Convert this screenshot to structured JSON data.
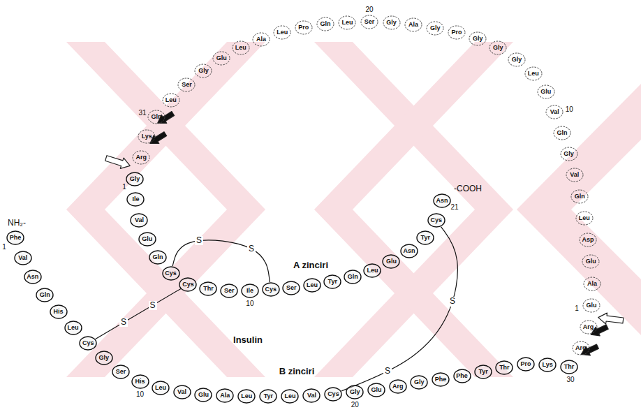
{
  "diagram": {
    "nodes": [
      {
        "text": [
          "Phe"
        ]
      },
      {
        "text": [
          "Val"
        ]
      },
      {
        "text": [
          "Asn"
        ]
      },
      {
        "text": [
          "Gln"
        ]
      },
      {
        "text": [
          "His"
        ]
      },
      {
        "text": [
          "Leu"
        ]
      },
      {
        "text": [
          "Cys"
        ]
      },
      {
        "text": [
          "Gly"
        ]
      },
      {
        "text": [
          "Ser"
        ]
      },
      {
        "text": [
          "His"
        ]
      },
      {
        "text": [
          "Leu"
        ]
      },
      {
        "text": [
          "Val"
        ]
      },
      {
        "text": [
          "Glu"
        ]
      },
      {
        "text": [
          "Ala"
        ]
      },
      {
        "text": [
          "Leu"
        ]
      },
      {
        "text": [
          "Tyr"
        ]
      },
      {
        "text": [
          "Leu"
        ]
      },
      {
        "text": [
          "Val"
        ]
      },
      {
        "text": [
          "Cys"
        ]
      },
      {
        "text": [
          "Gly"
        ]
      },
      {
        "text": [
          "Glu"
        ]
      },
      {
        "text": [
          "Arg"
        ]
      },
      {
        "text": [
          "Gly"
        ]
      },
      {
        "text": [
          "Phe"
        ]
      },
      {
        "text": [
          "Phe"
        ]
      },
      {
        "text": [
          "Tyr"
        ]
      },
      {
        "text": [
          "Thr"
        ]
      },
      {
        "text": [
          "Pro"
        ]
      },
      {
        "text": [
          "Lys"
        ]
      },
      {
        "text": [
          "Thr"
        ]
      },
      {
        "text": [
          "Arg"
        ]
      },
      {
        "text": [
          "Arg"
        ]
      },
      {
        "text": [
          "Glu"
        ]
      },
      {
        "text": [
          "Ala"
        ]
      },
      {
        "text": [
          "Glu"
        ]
      },
      {
        "text": [
          "Asp"
        ]
      },
      {
        "text": [
          "Leu"
        ]
      },
      {
        "text": [
          "Gln"
        ]
      },
      {
        "text": [
          "Val"
        ]
      },
      {
        "text": [
          "Gly"
        ]
      },
      {
        "text": [
          "Gln"
        ]
      },
      {
        "text": [
          "Val"
        ]
      },
      {
        "text": [
          "Glu"
        ]
      },
      {
        "text": [
          "Leu"
        ]
      },
      {
        "text": [
          "Gly"
        ]
      },
      {
        "text": [
          "Gly"
        ]
      },
      {
        "text": [
          "Gly"
        ]
      },
      {
        "text": [
          "Pro"
        ]
      },
      {
        "text": [
          "Gly"
        ]
      },
      {
        "text": [
          "Ala"
        ]
      },
      {
        "text": [
          "Gly"
        ]
      },
      {
        "text": [
          "Ser"
        ]
      },
      {
        "text": [
          "Leu"
        ]
      },
      {
        "text": [
          "Gln"
        ]
      },
      {
        "text": [
          "Pro"
        ]
      },
      {
        "text": [
          "Leu"
        ]
      },
      {
        "text": [
          "Ala"
        ]
      },
      {
        "text": [
          "Leu"
        ]
      },
      {
        "text": [
          "Glu"
        ]
      },
      {
        "text": [
          "Gly"
        ]
      },
      {
        "text": [
          "Ser"
        ]
      },
      {
        "text": [
          "Leu"
        ]
      },
      {
        "text": [
          "Gln"
        ]
      },
      {
        "text": [
          "Lys"
        ]
      },
      {
        "text": [
          "Arg"
        ]
      },
      {
        "text": [
          "Gly"
        ]
      },
      {
        "text": [
          "Ile"
        ]
      },
      {
        "text": [
          "Val"
        ]
      },
      {
        "text": [
          "Glu"
        ]
      },
      {
        "text": [
          "Gln"
        ]
      },
      {
        "text": [
          "Cys"
        ]
      },
      {
        "text": [
          "Cys"
        ]
      },
      {
        "text": [
          "Thr"
        ]
      },
      {
        "text": [
          "Ser"
        ]
      },
      {
        "text": [
          "Ile"
        ]
      },
      {
        "text": [
          "Cys"
        ]
      },
      {
        "text": [
          "Ser"
        ]
      },
      {
        "text": [
          "Leu"
        ]
      },
      {
        "text": [
          "Tyr"
        ]
      },
      {
        "text": [
          "Gln"
        ]
      },
      {
        "text": [
          "Leu"
        ]
      },
      {
        "text": [
          "Glu"
        ]
      },
      {
        "text": [
          "Asn"
        ]
      },
      {
        "text": [
          "Tyr"
        ]
      },
      {
        "text": [
          "Cys"
        ]
      },
      {
        "text": [
          "Asn"
        ]
      }
    ],
    "edges": [
      {
        "from": 70,
        "to": 75,
        "arrow": "none"
      },
      {
        "from": 71,
        "to": 6,
        "arrow": "none"
      },
      {
        "from": 84,
        "to": 18,
        "arrow": "none"
      }
    ],
    "labels": [
      "NH₂-",
      "1",
      "10",
      "20",
      "30",
      "1",
      "10",
      "21",
      "-COOH",
      "1",
      "10",
      "20",
      "31",
      "A zinciri",
      "Insulin",
      "B zinciri",
      "S",
      "S",
      "S",
      "S",
      "S",
      "S"
    ]
  }
}
